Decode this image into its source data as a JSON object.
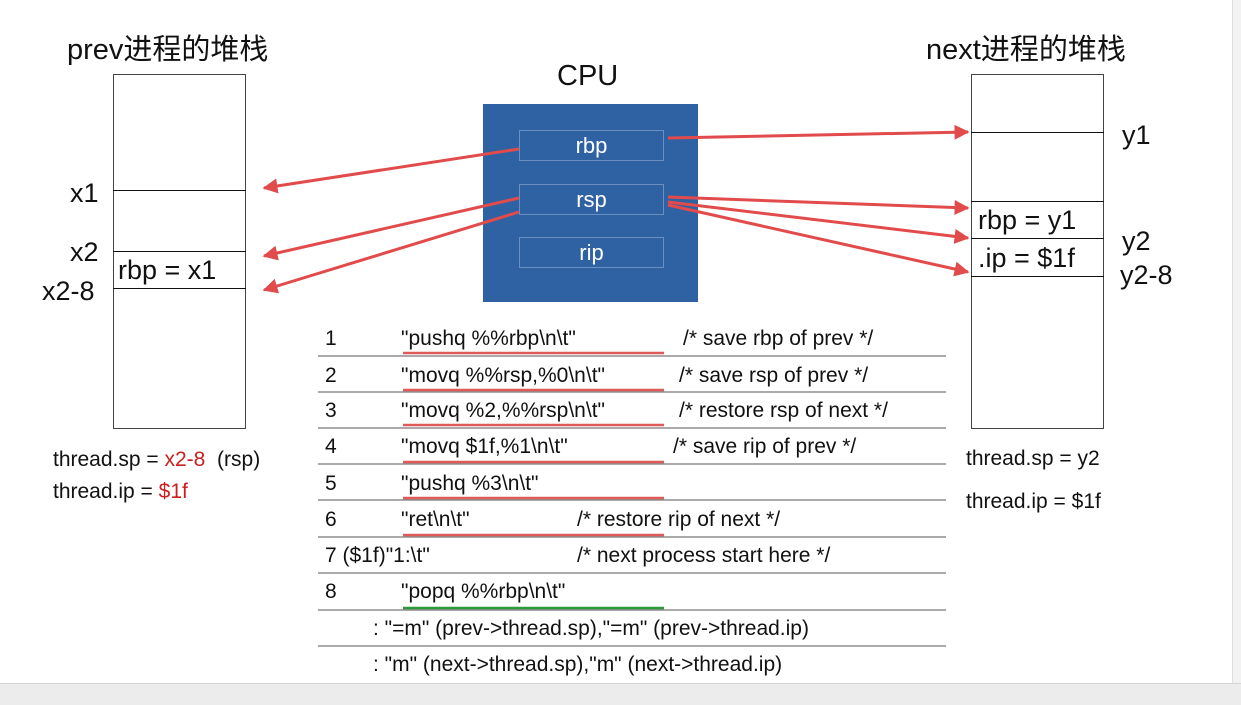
{
  "prev_stack": {
    "title": "prev进程的堆栈",
    "x1": "x1",
    "x2": "x2",
    "x2_8": "x2-8",
    "slot_rbp": "rbp = x1",
    "thread_sp_prefix": "thread.sp = ",
    "thread_sp_value": "x2-8",
    "thread_sp_suffix": "(rsp)",
    "thread_ip_prefix": "thread.ip = ",
    "thread_ip_value": "$1f"
  },
  "cpu": {
    "title": "CPU",
    "registers": [
      "rbp",
      "rsp",
      "rip"
    ]
  },
  "next_stack": {
    "title": "next进程的堆栈",
    "y1": "y1",
    "y2": "y2",
    "y2_8": "y2-8",
    "slot_rbp": "rbp = y1",
    "slot_ip": ".ip = $1f",
    "thread_sp": "thread.sp = y2",
    "thread_ip": "thread.ip = $1f"
  },
  "code": {
    "lines": [
      {
        "num": "1",
        "instr": "\"pushq %%rbp\\n\\t\"",
        "comment": "/* save rbp of prev */"
      },
      {
        "num": "2",
        "instr": "\"movq %%rsp,%0\\n\\t\"",
        "comment": "/* save rsp of prev */"
      },
      {
        "num": "3",
        "instr": "\"movq %2,%%rsp\\n\\t\"",
        "comment": "/* restore  rsp of next */"
      },
      {
        "num": "4",
        "instr": "\"movq $1f,%1\\n\\t\"",
        "comment": "/* save rip of prev */"
      },
      {
        "num": "5",
        "instr": "\"pushq %3\\n\\t\"",
        "comment": ""
      },
      {
        "num": "6",
        "instr": "\"ret\\n\\t\"",
        "comment": "/* restore  rip of next */"
      },
      {
        "num": "7 ($1f)\"1:\\t\"",
        "instr": "",
        "comment": "/* next process start here */"
      },
      {
        "num": "8",
        "instr": "\"popq %%rbp\\n\\t\"",
        "comment": ""
      }
    ],
    "outputs": ": \"=m\" (prev->thread.sp),\"=m\" (prev->thread.ip)",
    "inputs": ": \"m\" (next->thread.sp),\"m\" (next->thread.ip)"
  },
  "colors": {
    "arrow": "#e24b4b",
    "highlight_red": "#cc1f1f",
    "underline_red": "#e05a5a",
    "underline_green": "#2f9a3a",
    "cpu_bg": "#2f62a3"
  }
}
